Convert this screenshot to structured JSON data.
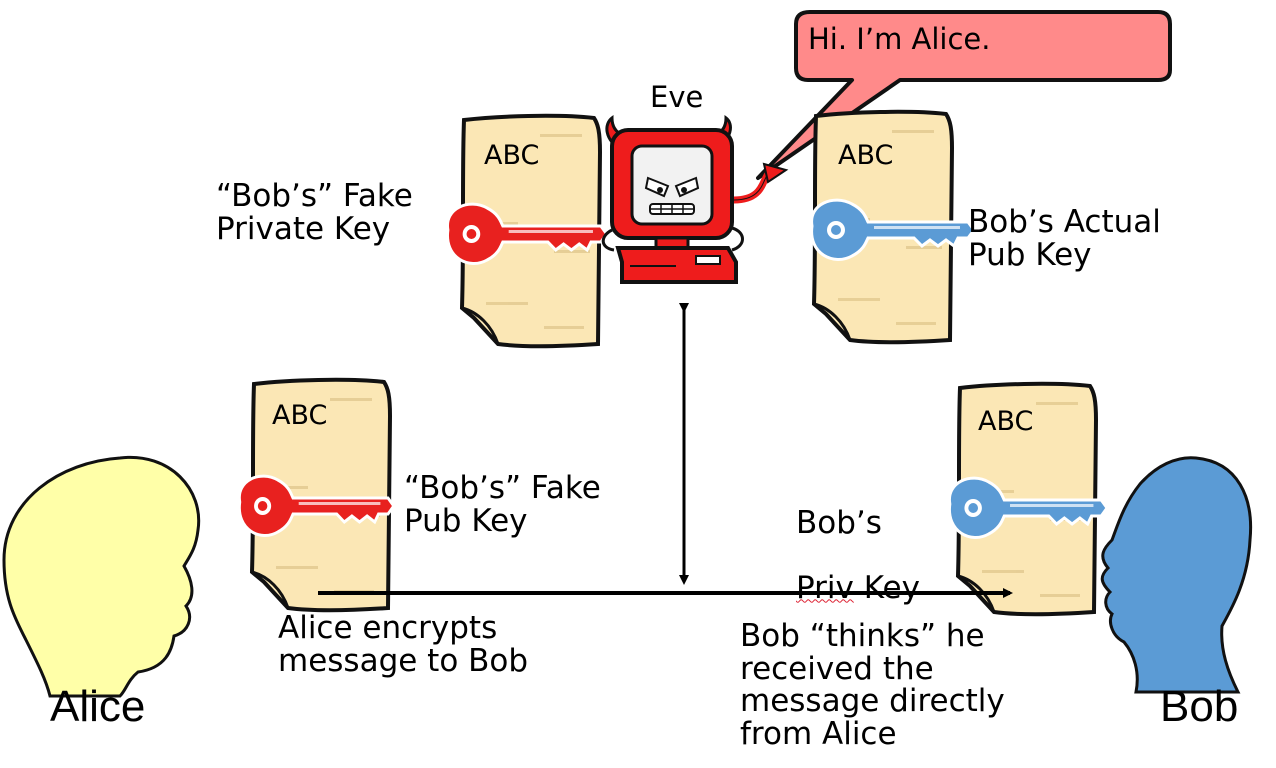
{
  "bubble": {
    "text": "Hi.  I’m Alice."
  },
  "eve": {
    "label": "Eve"
  },
  "docs": {
    "eve_left": {
      "label": "ABC"
    },
    "eve_right": {
      "label": "ABC"
    },
    "alice": {
      "label": "ABC"
    },
    "bob": {
      "label": "ABC"
    }
  },
  "labels": {
    "fake_private_key": "“Bob’s” Fake\nPrivate Key",
    "actual_pub_key": "Bob’s Actual\nPub Key",
    "fake_pub_key": "“Bob’s” Fake\nPub Key",
    "bob_priv_key_line1": "Bob’s",
    "bob_priv_key_word": "Priv",
    "bob_priv_key_rest": " Key",
    "alice_encrypts": "Alice encrypts\nmessage to Bob",
    "bob_thinks": "Bob “thinks” he\nreceived the\nmessage directly\nfrom Alice"
  },
  "people": {
    "alice": {
      "name": "Alice"
    },
    "bob": {
      "name": "Bob"
    }
  },
  "colors": {
    "bubble_fill": "#ff8a8a",
    "paper": "#fbe7b5",
    "red_key": "#e8211f",
    "blue_key": "#5b9bd5",
    "alice_head": "#ffffa8",
    "bob_head": "#5b9bd5",
    "eve_red": "#ee1c1c"
  }
}
